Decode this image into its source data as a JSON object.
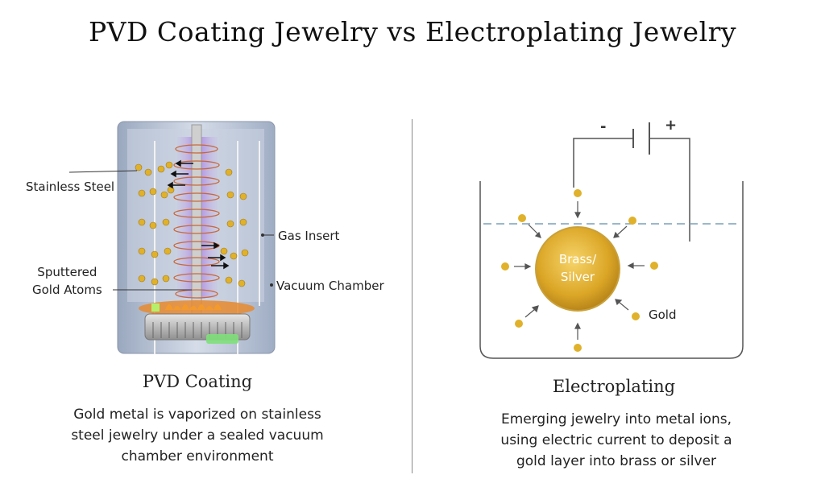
{
  "title": "PVD Coating Jewelry vs Electroplating Jewelry",
  "pvd": {
    "labels": {
      "stainless": "Stainless Steel",
      "gas": "Gas Insert",
      "sputtered_1": "Sputtered",
      "sputtered_2": "Gold Atoms",
      "vacuum": "Vacuum Chamber"
    },
    "heading": "PVD Coating",
    "description": [
      "Gold metal is vaporized on stainless",
      "steel jewelry under a sealed vacuum",
      "chamber environment"
    ]
  },
  "electro": {
    "minus": "-",
    "plus": "+",
    "core_1": "Brass/",
    "core_2": "Silver",
    "gold_label": "Gold",
    "heading": "Electroplating",
    "description": [
      "Emerging jewelry into metal ions,",
      "using electric current to deposit a",
      "gold layer into brass or silver"
    ]
  },
  "colors": {
    "gold": "#e0b12a",
    "core": "#d9a92a",
    "chamber": "#b8c4d8",
    "plasma": "#b48be0"
  }
}
